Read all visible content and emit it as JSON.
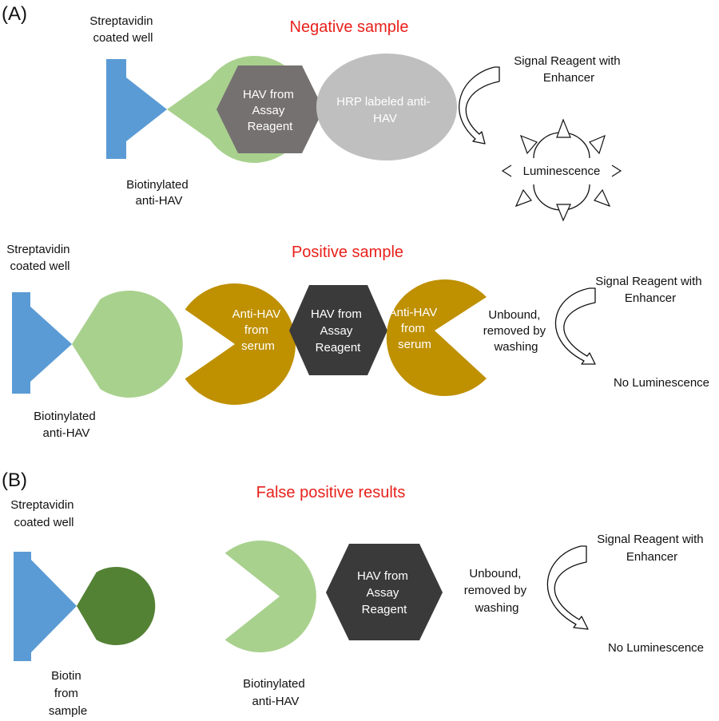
{
  "panel_a": {
    "label": "(A)",
    "negative": {
      "title": "Negative sample",
      "well_label": [
        "Streptavidin",
        "coated well"
      ],
      "biotin_label": [
        "Biotinylated",
        "anti-HAV"
      ],
      "hav_label": [
        "HAV from",
        "Assay",
        "Reagent"
      ],
      "hrp_label": [
        "HRP labeled anti-",
        "HAV"
      ],
      "signal_label": [
        "Signal Reagent with",
        "Enhancer"
      ],
      "result_label": "Luminescence"
    },
    "positive": {
      "title": "Positive sample",
      "well_label": [
        "Streptavidin",
        "coated well"
      ],
      "biotin_label": [
        "Biotinylated",
        "anti-HAV"
      ],
      "serum_left_label": [
        "Anti-HAV",
        "from",
        "serum"
      ],
      "hav_label": [
        "HAV from",
        "Assay",
        "Reagent"
      ],
      "serum_right_label": [
        "Anti-HAV",
        "from",
        "serum"
      ],
      "unbound_label": [
        "Unbound,",
        "removed by",
        "washing"
      ],
      "signal_label": [
        "Signal Reagent with",
        "Enhancer"
      ],
      "result_label": "No Luminescence"
    }
  },
  "panel_b": {
    "label": "(B)",
    "title": "False positive results",
    "well_label": [
      "Streptavidin",
      "coated well"
    ],
    "biotin_label": [
      "Biotin",
      "from",
      "sample"
    ],
    "biotinylated_label": [
      "Biotinylated",
      "anti-HAV"
    ],
    "hav_label": [
      "HAV from",
      "Assay",
      "Reagent"
    ],
    "unbound_label": [
      "Unbound,",
      "removed by",
      "washing"
    ],
    "signal_label": [
      "Signal Reagent with",
      "Enhancer"
    ],
    "result_label": "No Luminescence"
  },
  "colors": {
    "title_red": "#e8211c",
    "well_blue": "#5b9bd5",
    "light_green": "#a9d18e",
    "dark_green": "#548235",
    "hex_grey": "#767171",
    "hex_dark": "#3a3a3a",
    "hrp_grey": "#bfbfbf",
    "serum_gold": "#bf9000",
    "text_dark": "#111111",
    "white": "#ffffff"
  }
}
